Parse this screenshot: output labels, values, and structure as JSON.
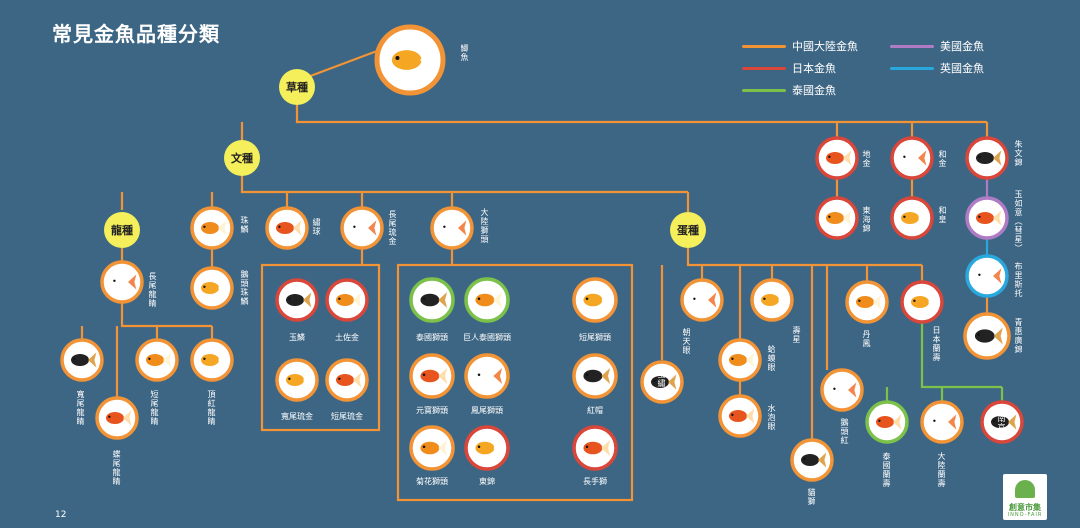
{
  "title": "常見金魚品種分類",
  "page_number": "12",
  "colors": {
    "background": "#3d6684",
    "mainland": "#f29436",
    "japan": "#d9463a",
    "usa": "#b07bc5",
    "uk": "#29a8dd",
    "thai": "#7cc24a",
    "category": "#f4ef5a"
  },
  "legend": [
    {
      "label": "中國大陸金魚",
      "color": "#f29436"
    },
    {
      "label": "美國金魚",
      "color": "#b07bc5"
    },
    {
      "label": "日本金魚",
      "color": "#d9463a"
    },
    {
      "label": "英國金魚",
      "color": "#29a8dd"
    },
    {
      "label": "泰國金魚",
      "color": "#7cc24a"
    }
  ],
  "categories": [
    {
      "id": "cao",
      "label": "草種"
    },
    {
      "id": "wen",
      "label": "文種"
    },
    {
      "id": "long",
      "label": "龍種"
    },
    {
      "id": "dan",
      "label": "蛋種"
    }
  ],
  "fish": [
    {
      "id": "ji",
      "label": "鯽魚",
      "origin": "mainland"
    },
    {
      "id": "dijin",
      "label": "地金",
      "origin": "japan"
    },
    {
      "id": "hejin",
      "label": "和金",
      "origin": "japan"
    },
    {
      "id": "zhuwen",
      "label": "朱文錦",
      "origin": "japan"
    },
    {
      "id": "donghai",
      "label": "東海錦",
      "origin": "japan"
    },
    {
      "id": "hehuang",
      "label": "和皇",
      "origin": "japan"
    },
    {
      "id": "yuruyi",
      "label": "玉如意（彗星）",
      "origin": "usa"
    },
    {
      "id": "bristol",
      "label": "布里斯托",
      "origin": "uk"
    },
    {
      "id": "qinghui",
      "label": "青惠廣錦",
      "origin": "mainland"
    },
    {
      "id": "zhulin",
      "label": "珠鱗",
      "origin": "mainland"
    },
    {
      "id": "eto_zhulin",
      "label": "鵝頭珠鱗",
      "origin": "mainland"
    },
    {
      "id": "xiuqiu",
      "label": "繡球",
      "origin": "mainland"
    },
    {
      "id": "changwei_ryukin",
      "label": "長尾琉金",
      "origin": "mainland"
    },
    {
      "id": "yulin",
      "label": "玉鱗",
      "origin": "japan"
    },
    {
      "id": "tosakin",
      "label": "土佐金",
      "origin": "japan"
    },
    {
      "id": "kuanwei_ryukin",
      "label": "寬尾琉金",
      "origin": "mainland"
    },
    {
      "id": "duanwei_ryukin",
      "label": "短尾琉金",
      "origin": "mainland"
    },
    {
      "id": "dalu_shitou",
      "label": "大陸獅頭",
      "origin": "mainland"
    },
    {
      "id": "tai_shitou",
      "label": "泰國獅頭",
      "origin": "thai"
    },
    {
      "id": "juren_tai_shitou",
      "label": "巨人泰國獅頭",
      "origin": "thai"
    },
    {
      "id": "duanwei_shitou",
      "label": "短尾獅頭",
      "origin": "mainland"
    },
    {
      "id": "yuanbao",
      "label": "元寶獅頭",
      "origin": "mainland"
    },
    {
      "id": "fengwei",
      "label": "鳳尾獅頭",
      "origin": "mainland"
    },
    {
      "id": "hongmao",
      "label": "紅帽",
      "origin": "mainland"
    },
    {
      "id": "juhua",
      "label": "菊花獅頭",
      "origin": "mainland"
    },
    {
      "id": "dongjin",
      "label": "東錦",
      "origin": "japan"
    },
    {
      "id": "changshou",
      "label": "長手獅",
      "origin": "japan"
    },
    {
      "id": "changwei_longjing",
      "label": "長尾龍睛",
      "origin": "mainland"
    },
    {
      "id": "kuanwei_longjing",
      "label": "寬尾龍睛",
      "origin": "mainland"
    },
    {
      "id": "duanwei_longjing",
      "label": "短尾龍睛",
      "origin": "mainland"
    },
    {
      "id": "dinghong",
      "label": "頂紅龍睛",
      "origin": "mainland"
    },
    {
      "id": "diewei",
      "label": "蝶尾龍睛",
      "origin": "mainland"
    },
    {
      "id": "chaotian",
      "label": "朝天眼",
      "origin": "mainland"
    },
    {
      "id": "danxiuqiu",
      "label": "蛋繡球",
      "origin": "mainland"
    },
    {
      "id": "hama",
      "label": "蛤蟆眼",
      "origin": "mainland"
    },
    {
      "id": "shouxing",
      "label": "壽星",
      "origin": "mainland"
    },
    {
      "id": "shuipao",
      "label": "水泡眼",
      "origin": "mainland"
    },
    {
      "id": "hetouhong",
      "label": "鵝頭紅",
      "origin": "mainland"
    },
    {
      "id": "maoshi",
      "label": "貓獅",
      "origin": "mainland"
    },
    {
      "id": "danfeng",
      "label": "丹鳳",
      "origin": "mainland"
    },
    {
      "id": "ranchu",
      "label": "日本蘭壽",
      "origin": "japan"
    },
    {
      "id": "tai_ranchu",
      "label": "泰國蘭壽",
      "origin": "thai"
    },
    {
      "id": "dalu_ranchu",
      "label": "大陸蘭壽",
      "origin": "mainland"
    },
    {
      "id": "nanjing",
      "label": "南京",
      "origin": "japan"
    }
  ],
  "logo": {
    "text": "創意市集",
    "subtext": "INNO-FAIR"
  }
}
